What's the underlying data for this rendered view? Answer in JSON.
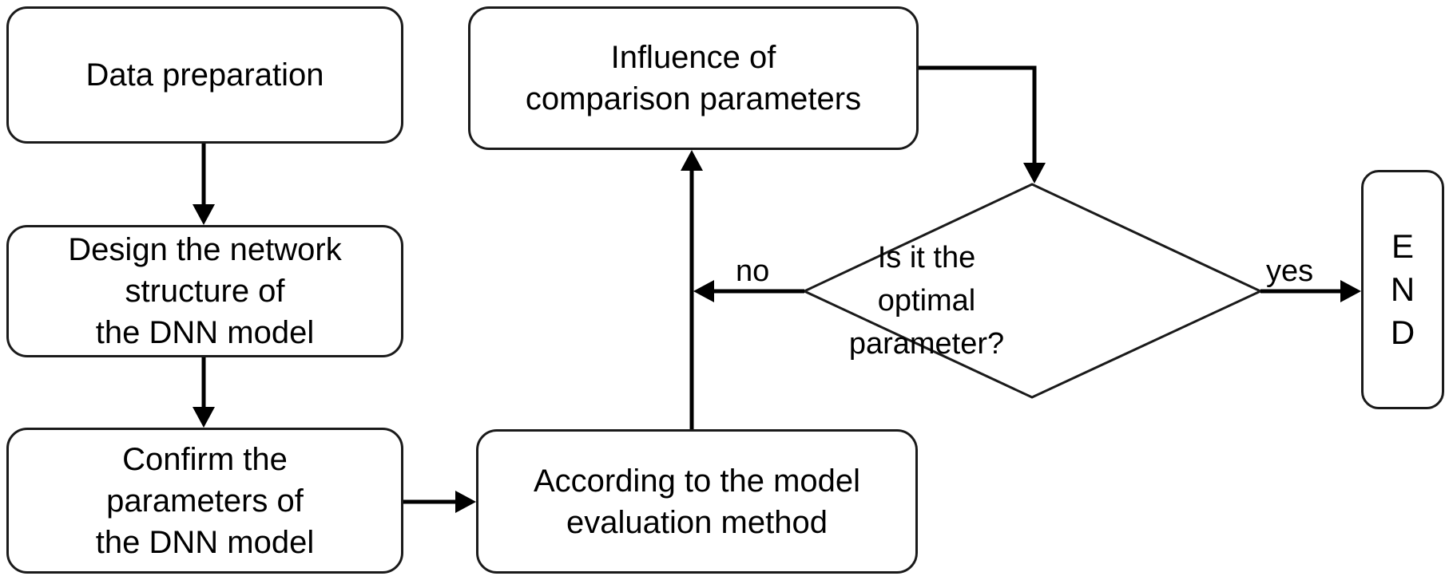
{
  "nodes": {
    "data_preparation": "Data preparation",
    "design_network": "Design the network\nstructure of\nthe DNN model",
    "confirm_parameters": "Confirm the\nparameters of\nthe DNN model",
    "evaluation_method": "According to the model\nevaluation method",
    "influence_parameters": "Influence of\ncomparison parameters",
    "decision": "Is it the\noptimal\nparameter?",
    "end": "E\nN\nD"
  },
  "edges": {
    "no_label": "no",
    "yes_label": "yes"
  }
}
